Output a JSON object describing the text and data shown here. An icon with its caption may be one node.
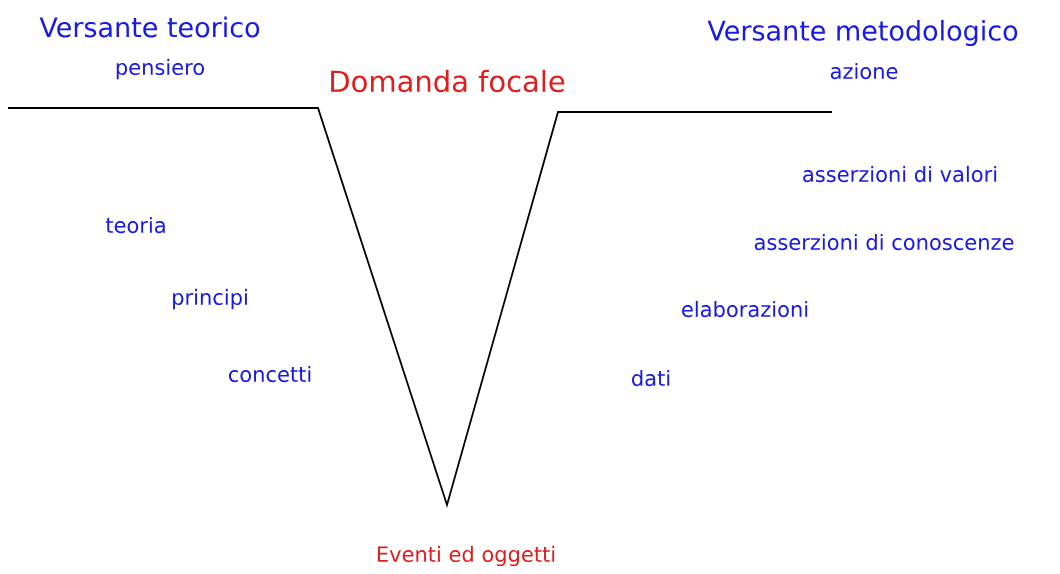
{
  "diagram": {
    "labels": [
      "Versante teorico",
      "Versante metodologico",
      "pensiero",
      "azione",
      "Domanda focale",
      "asserzioni di valori",
      "teoria",
      "asserzioni di conoscenze",
      "principi",
      "elaborazioni",
      "concetti",
      "dati",
      "Eventi ed oggetti"
    ]
  }
}
